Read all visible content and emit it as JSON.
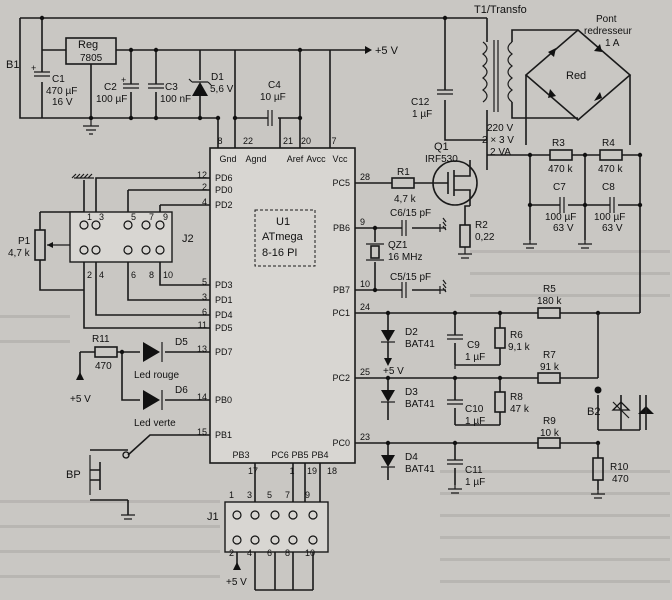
{
  "regulator": {
    "name": "Reg",
    "part": "7805"
  },
  "b1": "B1",
  "c1": {
    "ref": "C1",
    "val1": "470 µF",
    "val2": "16 V"
  },
  "c2": {
    "ref": "C2",
    "val": "100 µF"
  },
  "c3": {
    "ref": "C3",
    "val": "100 nF"
  },
  "d1": {
    "ref": "D1",
    "val": "5,6 V"
  },
  "c4": {
    "ref": "C4",
    "val": "10 µF"
  },
  "plus5v": "+5 V",
  "transfo": {
    "ref": "T1/Transfo",
    "v1": "220 V",
    "v2": "2 × 3 V",
    "v3": "2 VA"
  },
  "bridge": {
    "title1": "Pont",
    "title2": "redresseur",
    "rating": "1 A",
    "label": "Red"
  },
  "c12": {
    "ref": "C12",
    "val": "1 µF"
  },
  "q1": {
    "ref": "Q1",
    "part": "IRF530"
  },
  "r3": {
    "ref": "R3",
    "val": "470 k"
  },
  "r4": {
    "ref": "R4",
    "val": "470 k"
  },
  "c7": {
    "ref": "C7",
    "val1": "100 µF",
    "val2": "63 V"
  },
  "c8": {
    "ref": "C8",
    "val1": "100 µF",
    "val2": "63 V"
  },
  "r1": {
    "ref": "R1",
    "val": "4,7 k"
  },
  "r2": {
    "ref": "R2",
    "val": "0,22"
  },
  "c6": {
    "ref": "C6/15 pF"
  },
  "qz1": {
    "ref": "QZ1",
    "val": "16 MHz"
  },
  "c5": {
    "ref": "C5/15 pF"
  },
  "r5": {
    "ref": "R5",
    "val": "180 k"
  },
  "r6": {
    "ref": "R6",
    "val": "9,1 k"
  },
  "r7": {
    "ref": "R7",
    "val": "91 k"
  },
  "r8": {
    "ref": "R8",
    "val": "47 k"
  },
  "r9": {
    "ref": "R9",
    "val": "10 k"
  },
  "r10": {
    "ref": "R10",
    "val": "470"
  },
  "r11": {
    "ref": "R11",
    "val": "470"
  },
  "d2": {
    "ref": "D2",
    "val": "BAT41"
  },
  "d3": {
    "ref": "D3",
    "val": "BAT41"
  },
  "d4": {
    "ref": "D4",
    "val": "BAT41"
  },
  "c9": {
    "ref": "C9",
    "val": "1 µF"
  },
  "c10": {
    "ref": "C10",
    "val": "1 µF"
  },
  "c11": {
    "ref": "C11",
    "val": "1 µF"
  },
  "b2": "B2",
  "p1": {
    "ref": "P1",
    "val": "4,7 k"
  },
  "j1": "J1",
  "j2": "J2",
  "d5": {
    "ref": "D5",
    "label": "Led rouge"
  },
  "d6": {
    "ref": "D6",
    "label": "Led verte"
  },
  "bp": "BP",
  "u1": {
    "ref": "U1",
    "name": "ATmega",
    "variant": "8-16 PI"
  },
  "u1_top_pins": [
    {
      "name": "Gnd",
      "num": "8"
    },
    {
      "name": "Agnd",
      "num": "22"
    },
    {
      "name": "Aref",
      "num": "21"
    },
    {
      "name": "Avcc",
      "num": "20"
    },
    {
      "name": "Vcc",
      "num": "7"
    }
  ],
  "u1_left_pins": [
    {
      "name": "PD6",
      "num": "12"
    },
    {
      "name": "PD0",
      "num": "2"
    },
    {
      "name": "PD2",
      "num": "4"
    },
    {
      "name": "PD3",
      "num": "5"
    },
    {
      "name": "PD1",
      "num": "3"
    },
    {
      "name": "PD4",
      "num": "6"
    },
    {
      "name": "PD5",
      "num": "11"
    },
    {
      "name": "PD7",
      "num": "13"
    },
    {
      "name": "PB0",
      "num": "14"
    },
    {
      "name": "PB1",
      "num": "15"
    }
  ],
  "u1_right_pins": [
    {
      "name": "PC5",
      "num": "28"
    },
    {
      "name": "PB6",
      "num": "9"
    },
    {
      "name": "PB7",
      "num": "10"
    },
    {
      "name": "PC1",
      "num": "24"
    },
    {
      "name": "PC2",
      "num": "25"
    },
    {
      "name": "PC0",
      "num": "23"
    }
  ],
  "u1_bottom_pins": [
    {
      "name": "PB3",
      "num": "17"
    },
    {
      "name": "PC6",
      "num": "1"
    },
    {
      "name": "PB5",
      "num": "19"
    },
    {
      "name": "PB4",
      "num": "18"
    }
  ],
  "j2_top_nums": [
    "1",
    "3",
    "5",
    "7",
    "9"
  ],
  "j2_bot_nums": [
    "2",
    "4",
    "6",
    "8",
    "10"
  ],
  "j1_top_nums": [
    "1",
    "3",
    "5",
    "7",
    "9"
  ],
  "j1_bot_nums": [
    "2",
    "4",
    "6",
    "8",
    "10"
  ],
  "colors": {
    "background": "#c9c7c3",
    "ink": "#1a1a1a"
  }
}
